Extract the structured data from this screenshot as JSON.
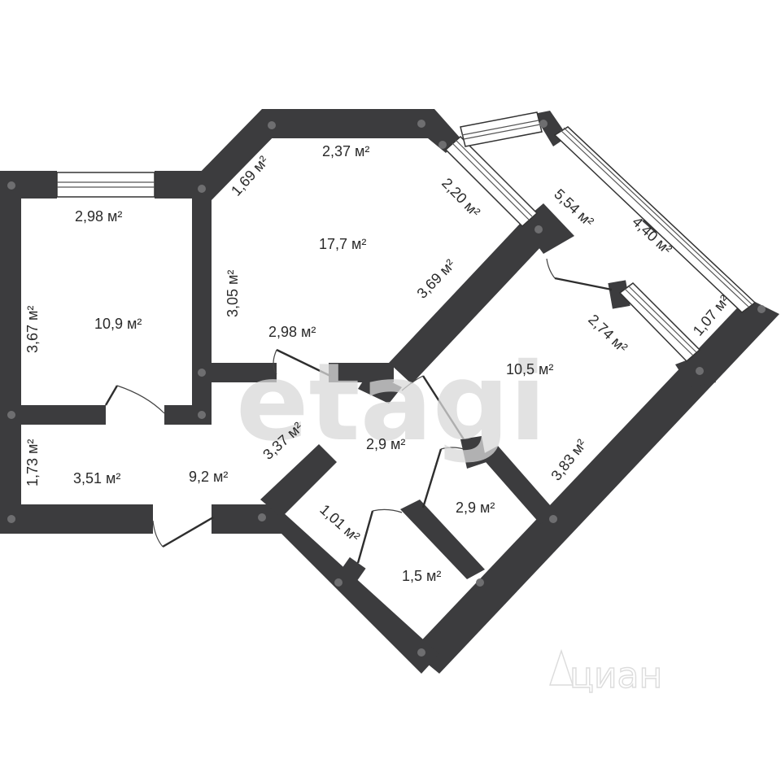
{
  "watermarks": {
    "main": "etagi",
    "corner": "циан"
  },
  "labels": {
    "r1_top": "2,98 м²",
    "r1_side": "3,67 м²",
    "r1_area": "10,9 м²",
    "hall_side": "1,73 м²",
    "hall_len": "3,51 м²",
    "hall_area": "9,2 м²",
    "r2_diag": "1,69 м²",
    "r2_top": "2,37 м²",
    "r2_win": "2,20 м²",
    "r2_left": "3,05 м²",
    "r2_area": "17,7 м²",
    "r2_right": "3,69 м²",
    "r2_bottom": "2,98 м²",
    "corr_diag": "3,37 м²",
    "corr_area": "2,9 м²",
    "balc_inner": "5,54 м²",
    "balc_outer": "4,40 м²",
    "balc_end": "1,07 м²",
    "r3_win": "2,74 м²",
    "r3_area": "10,5 м²",
    "r3_side": "3,83 м²",
    "bath_area": "2,9 м²",
    "wc_side": "1,01 м²",
    "wc_area": "1,5 м²"
  }
}
